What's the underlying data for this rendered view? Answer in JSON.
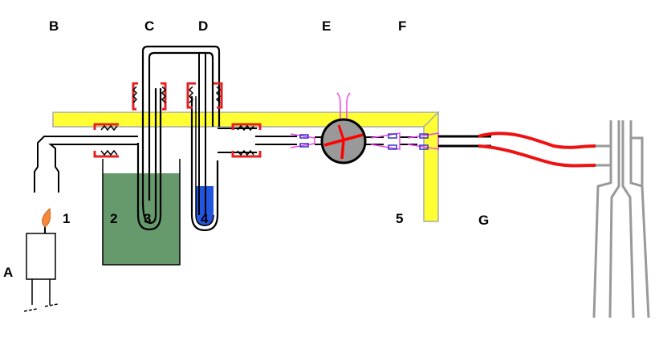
{
  "labels": {
    "top": {
      "B": "B",
      "C": "C",
      "D": "D",
      "E": "E",
      "F": "F"
    },
    "lower": {
      "A": "A",
      "G": "G",
      "n1": "1",
      "n2": "2",
      "n3": "3",
      "n4": "4",
      "n5": "5"
    }
  },
  "colors": {
    "support_bar": "#ffff33",
    "clamp": "#e62020",
    "tube": "#000000",
    "bath": "#66996b",
    "blue_liquid": "#2255dd",
    "valve_body": "#999999",
    "valve_handle": "#ff0000",
    "connector": "#3333cc",
    "joint": "#ee44ee",
    "hose": "#ee1111",
    "flame": "#f5883a",
    "apparatus_G": "#999999"
  }
}
